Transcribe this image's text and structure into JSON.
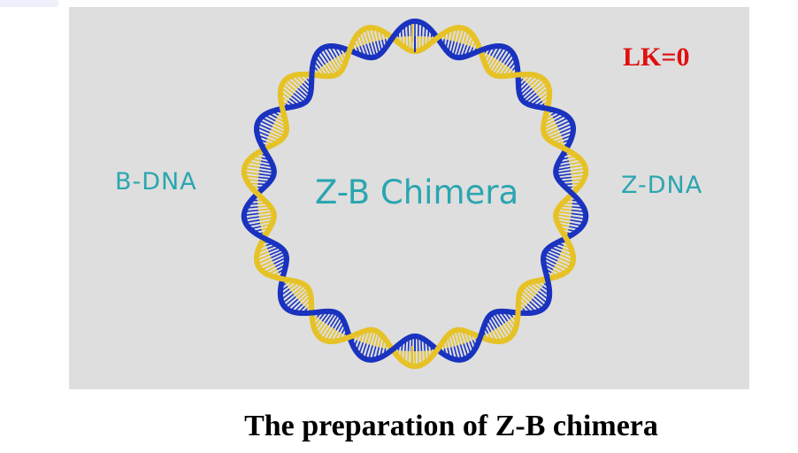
{
  "diagram": {
    "lk_label": "LK=0",
    "left_label": "B-DNA",
    "right_label": "Z-DNA",
    "center_label": "Z-B Chimera",
    "strand_colors": {
      "strand_one": "#1a33bf",
      "strand_two": "#e6c227",
      "background": "#dedede"
    }
  },
  "caption": "The preparation of Z-B chimera"
}
